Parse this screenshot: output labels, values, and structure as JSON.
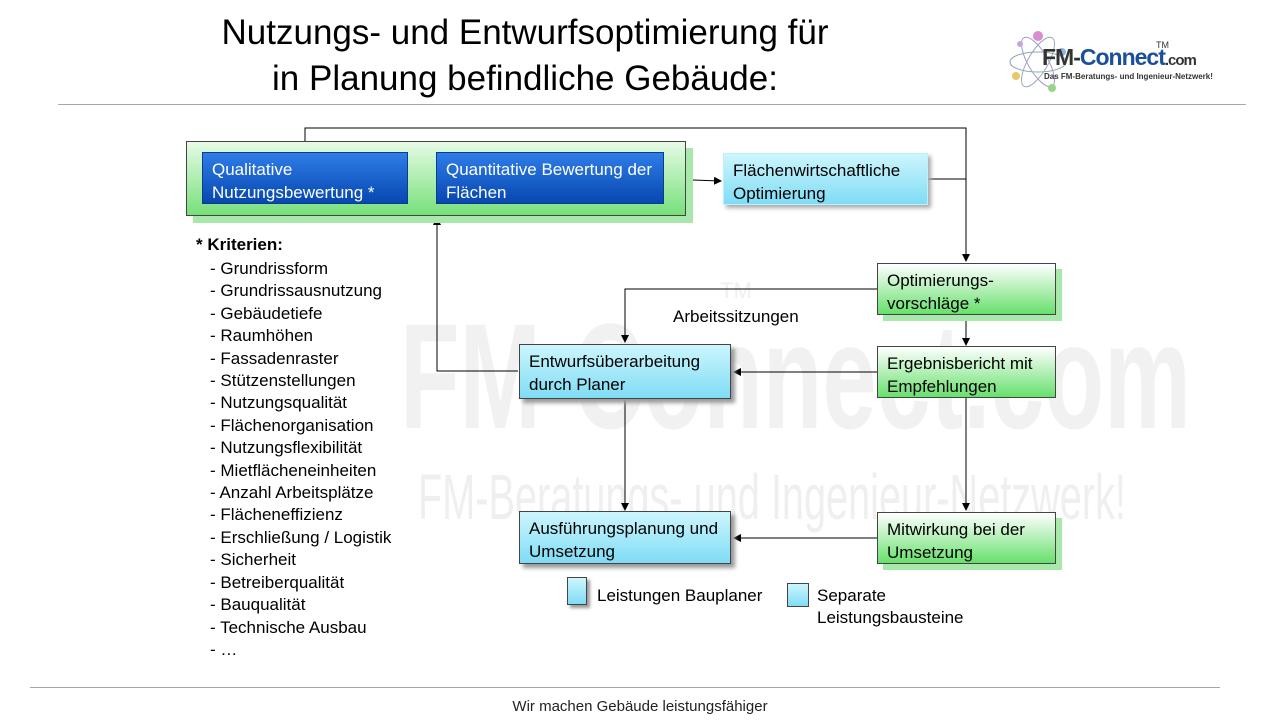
{
  "title": {
    "line1": "Nutzungs- und Entwurfsoptimierung für",
    "line2": "in Planung befindliche Gebäude:"
  },
  "logo": {
    "name_dark": "FM-",
    "name_blue": "Connect",
    "name_suffix": ".com",
    "trademark": "TM",
    "tagline": "Das FM-Beratungs- und Ingenieur-Netzwerk!"
  },
  "watermark": {
    "main": "FM-Connect.com",
    "tagline": "FM-Beratungs- und Ingenieur-Netzwerk!",
    "trademark": "TM"
  },
  "boxes": {
    "qualitative": "Qualitative Nutzungsbewertung *",
    "quantitative": "Quantitative Bewertung der Flächen",
    "flaechen": "Flächenwirtschaftliche Optimierung",
    "optimierung": "Optimierungs-vorschläge *",
    "ergebnis": "Ergebnisbericht mit Empfehlungen",
    "entwurf": "Entwurfsüberarbeitung durch Planer",
    "ausfuehrung": "Ausführungsplanung und Umsetzung",
    "mitwirkung": "Mitwirkung bei der Umsetzung"
  },
  "arbeitssitzungen": "Arbeitssitzungen",
  "criteria": {
    "title": "* Kriterien:",
    "items": [
      "- Grundrissform",
      "- Grundrissausnutzung",
      "- Gebäudetiefe",
      "- Raumhöhen",
      "- Fassadenraster",
      "- Stützenstellungen",
      "- Nutzungsqualität",
      "- Flächenorganisation",
      "- Nutzungsflexibilität",
      "- Mietflächeneinheiten",
      "- Anzahl Arbeitsplätze",
      "- Flächeneffizienz",
      "- Erschließung / Logistik",
      "- Sicherheit",
      "- Betreiberqualität",
      "- Bauqualität",
      "- Technische Ausbau",
      "-  …"
    ]
  },
  "legend": {
    "bauplaner": "Leistungen Bauplaner",
    "separate": "Separate Leistungsbausteine"
  },
  "footer": "Wir machen Gebäude leistungsfähiger",
  "colors": {
    "dark_blue": "#0747b0",
    "cyan": "#7fdcf5",
    "green": "#66e06b",
    "line": "#000000"
  }
}
